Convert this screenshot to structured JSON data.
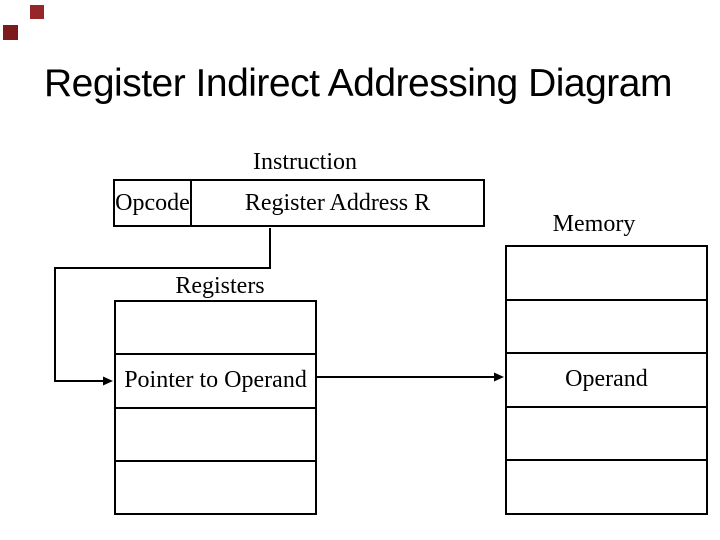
{
  "slide_title": "Register Indirect Addressing Diagram",
  "instruction": {
    "caption": "Instruction",
    "fields": [
      {
        "label": "Opcode"
      },
      {
        "label": "Register Address R"
      }
    ]
  },
  "registers": {
    "caption": "Registers",
    "rows": [
      "",
      "Pointer to Operand",
      "",
      ""
    ]
  },
  "memory": {
    "caption": "Memory",
    "rows": [
      "",
      "",
      "Operand",
      "",
      ""
    ]
  },
  "connectors": [
    {
      "name": "instruction-to-register-pointer",
      "type": "elbow-arrow"
    },
    {
      "name": "register-pointer-to-memory-operand",
      "type": "straight-arrow"
    }
  ],
  "colors": {
    "background": "#FFFFFF",
    "text": "#000000",
    "line": "#000000",
    "decor_square_top": "#96262A",
    "decor_square_left": "#7C1B1B"
  }
}
